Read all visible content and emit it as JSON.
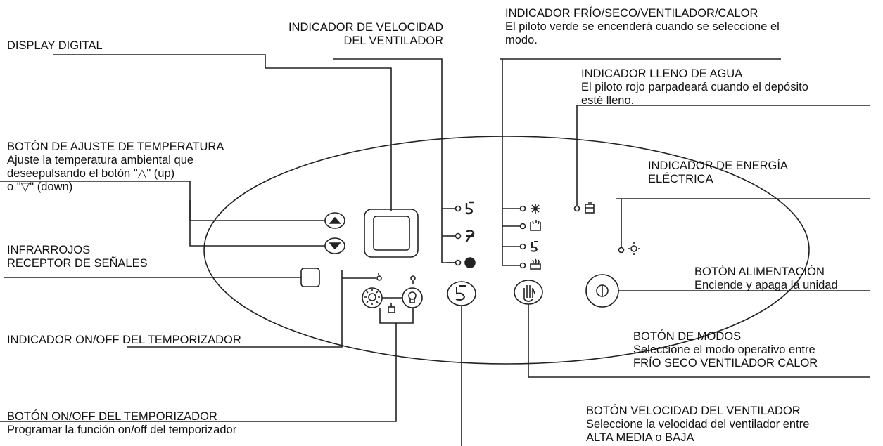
{
  "callouts": {
    "display": {
      "title": "DISPLAY DIGITAL"
    },
    "fan_speed_indicator": {
      "title": "INDICADOR DE VELOCIDAD",
      "title2": "DEL VENTILADOR"
    },
    "mode_indicator": {
      "title": "INDICADOR FRÍO/SECO/VENTILADOR/CALOR",
      "desc1": "El piloto verde se encenderá cuando se seleccione el",
      "desc2": "modo."
    },
    "water_full": {
      "title": "INDICADOR LLENO DE AGUA",
      "desc1": "El piloto rojo parpadeará cuando el depósito",
      "desc2": "esté lleno."
    },
    "temp_button": {
      "title": "BOTÓN DE AJUSTE DE TEMPERATURA",
      "desc1": "Ajuste la temperatura ambiental que",
      "desc2": "deseepulsando el botón \"△\" (up)",
      "desc3": "o \"▽\" (down)"
    },
    "power_indicator": {
      "title": "INDICADOR DE ENERGÍA",
      "title2": "ELÉCTRICA"
    },
    "infrared": {
      "title": "INFRARROJOS",
      "title2": "RECEPTOR DE SEÑALES"
    },
    "power_button": {
      "title": "BOTÓN ALIMENTACIÓN",
      "desc1": "Enciende y apaga la unidad"
    },
    "timer_indicator": {
      "title": "INDICADOR ON/OFF DEL TEMPORIZADOR"
    },
    "mode_button": {
      "title": "BOTÓN DE MODOS",
      "desc1": "Seleccione el modo operativo entre",
      "desc2": "FRÍO SECO VENTILADOR CALOR"
    },
    "timer_button": {
      "title": "BOTÓN ON/OFF DEL TEMPORIZADOR",
      "desc1": "Programar la función on/off del temporizador"
    },
    "fan_button": {
      "title": "BOTÓN VELOCIDAD DEL VENTILADOR",
      "desc1": "Seleccione la velocidad del ventilador entre",
      "desc2": "ALTA MEDIA o BAJA"
    }
  },
  "colors": {
    "line": "#222222",
    "text": "#111111"
  }
}
